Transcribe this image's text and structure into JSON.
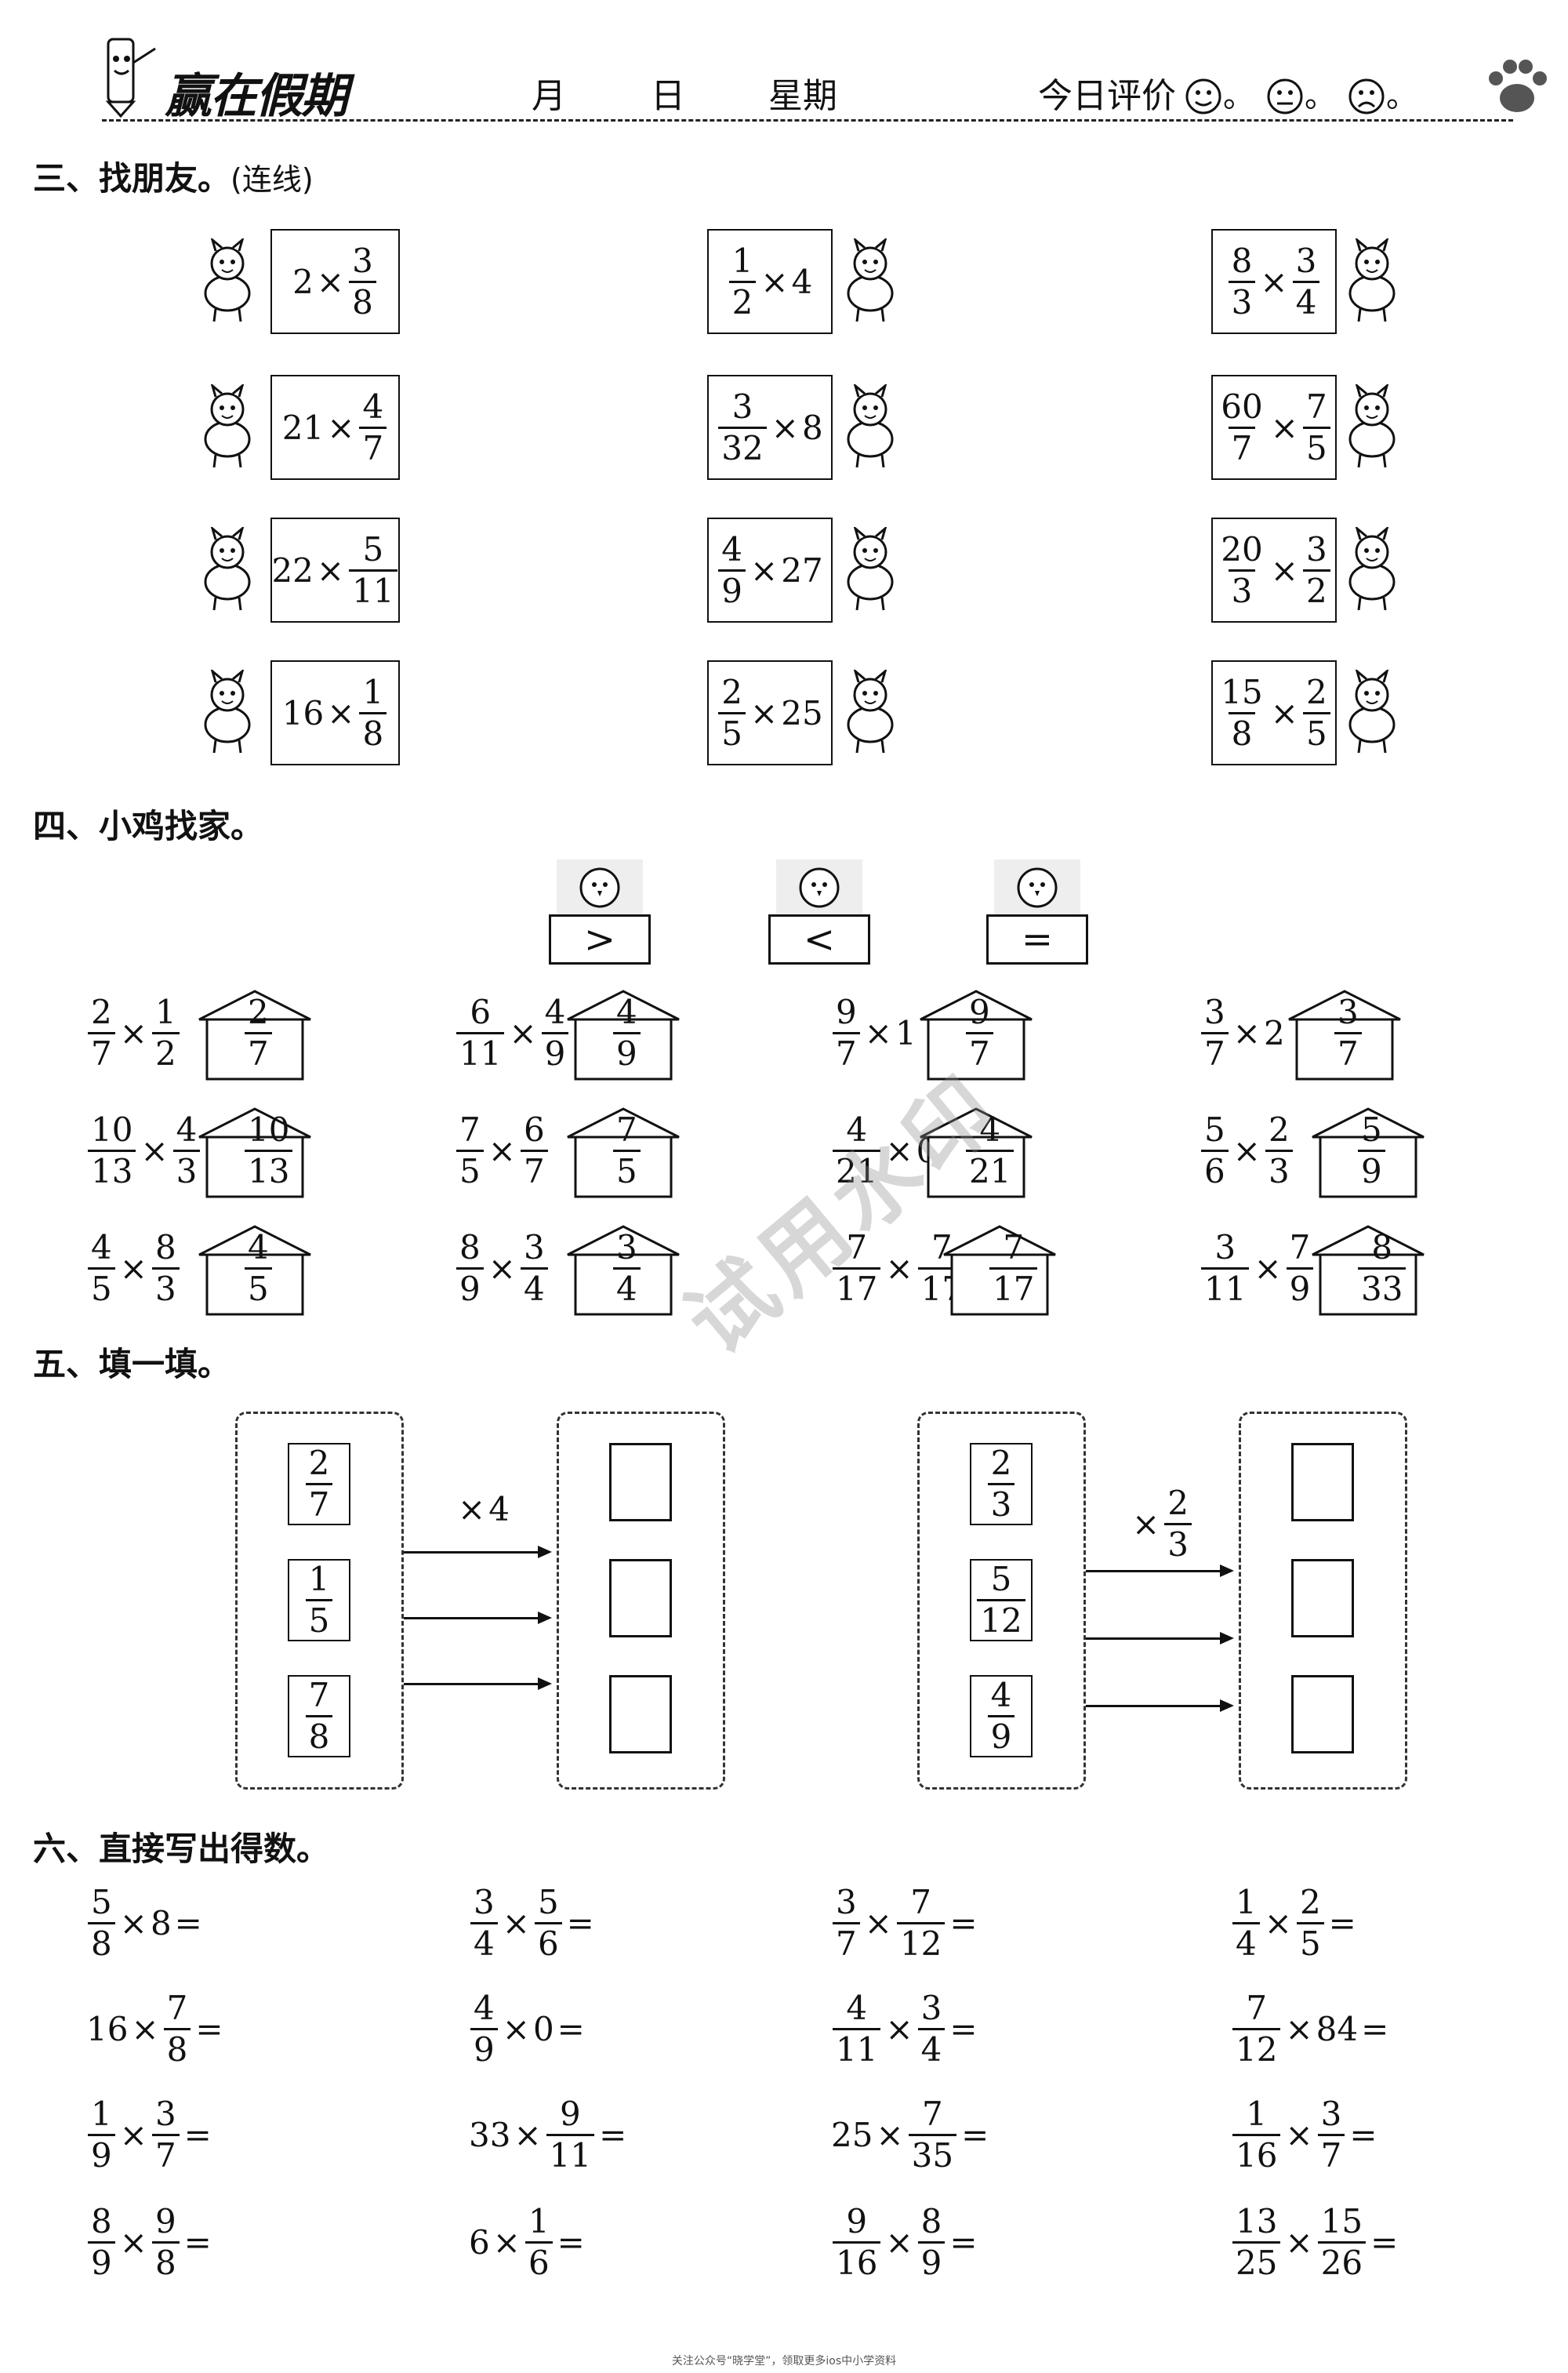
{
  "header": {
    "brand": "赢在假期",
    "month_label": "月",
    "day_label": "日",
    "weekday_label": "星期",
    "rating_label": "今日评价",
    "rating_faces": [
      "smile-icon",
      "neutral-icon",
      "sad-icon"
    ],
    "rating_dot": "。"
  },
  "section3": {
    "title": "三、找朋友。",
    "subtitle": "(连线)",
    "columns": [
      [
        {
          "animal": "horse-icon",
          "parts": [
            {
              "t": "2"
            },
            {
              "op": "×"
            },
            {
              "n": "3",
              "d": "8"
            }
          ]
        },
        {
          "animal": "deer-icon",
          "parts": [
            {
              "t": "21"
            },
            {
              "op": "×"
            },
            {
              "n": "4",
              "d": "7"
            }
          ]
        },
        {
          "animal": "cat-icon",
          "parts": [
            {
              "t": "22"
            },
            {
              "op": "×"
            },
            {
              "n": "5",
              "d": "11"
            }
          ]
        },
        {
          "animal": "elephant-icon",
          "parts": [
            {
              "t": "16"
            },
            {
              "op": "×"
            },
            {
              "n": "1",
              "d": "8"
            }
          ]
        }
      ],
      [
        {
          "animal": "mouse-icon",
          "parts": [
            {
              "n": "1",
              "d": "2"
            },
            {
              "op": "×"
            },
            {
              "t": "4"
            }
          ]
        },
        {
          "animal": "fox-icon",
          "parts": [
            {
              "n": "3",
              "d": "32"
            },
            {
              "op": "×"
            },
            {
              "t": "8"
            }
          ]
        },
        {
          "animal": "frog-icon",
          "parts": [
            {
              "n": "4",
              "d": "9"
            },
            {
              "op": "×"
            },
            {
              "t": "27"
            }
          ]
        },
        {
          "animal": "squirrel-icon",
          "parts": [
            {
              "n": "2",
              "d": "5"
            },
            {
              "op": "×"
            },
            {
              "t": "25"
            }
          ]
        }
      ],
      [
        {
          "animal": "pony-icon",
          "parts": [
            {
              "n": "8",
              "d": "3"
            },
            {
              "op": "×"
            },
            {
              "n": "3",
              "d": "4"
            }
          ]
        },
        {
          "animal": "monkey-icon",
          "parts": [
            {
              "n": "60",
              "d": "7"
            },
            {
              "op": "×"
            },
            {
              "n": "7",
              "d": "5"
            }
          ]
        },
        {
          "animal": "puppy-icon",
          "parts": [
            {
              "n": "20",
              "d": "3"
            },
            {
              "op": "×"
            },
            {
              "n": "3",
              "d": "2"
            }
          ]
        },
        {
          "animal": "dog-icon",
          "parts": [
            {
              "n": "15",
              "d": "8"
            },
            {
              "op": "×"
            },
            {
              "n": "2",
              "d": "5"
            }
          ]
        }
      ]
    ]
  },
  "section4": {
    "title": "四、小鸡找家。",
    "chicks": [
      ">",
      "<",
      "="
    ],
    "rows": [
      [
        {
          "left": [
            {
              "n": "2",
              "d": "7"
            },
            {
              "op": "×"
            },
            {
              "n": "1",
              "d": "2"
            }
          ],
          "right": {
            "n": "2",
            "d": "7"
          }
        },
        {
          "left": [
            {
              "n": "6",
              "d": "11"
            },
            {
              "op": "×"
            },
            {
              "n": "4",
              "d": "9"
            }
          ],
          "right": {
            "n": "4",
            "d": "9"
          }
        },
        {
          "left": [
            {
              "n": "9",
              "d": "7"
            },
            {
              "op": "×"
            },
            {
              "t": "1"
            }
          ],
          "right": {
            "n": "9",
            "d": "7"
          }
        },
        {
          "left": [
            {
              "n": "3",
              "d": "7"
            },
            {
              "op": "×"
            },
            {
              "t": "2"
            }
          ],
          "right": {
            "n": "3",
            "d": "7"
          }
        }
      ],
      [
        {
          "left": [
            {
              "n": "10",
              "d": "13"
            },
            {
              "op": "×"
            },
            {
              "n": "4",
              "d": "3"
            }
          ],
          "right": {
            "n": "10",
            "d": "13"
          }
        },
        {
          "left": [
            {
              "n": "7",
              "d": "5"
            },
            {
              "op": "×"
            },
            {
              "n": "6",
              "d": "7"
            }
          ],
          "right": {
            "n": "7",
            "d": "5"
          }
        },
        {
          "left": [
            {
              "n": "4",
              "d": "21"
            },
            {
              "op": "×"
            },
            {
              "t": "0"
            }
          ],
          "right": {
            "n": "4",
            "d": "21"
          }
        },
        {
          "left": [
            {
              "n": "5",
              "d": "6"
            },
            {
              "op": "×"
            },
            {
              "n": "2",
              "d": "3"
            }
          ],
          "right": {
            "n": "5",
            "d": "9"
          }
        }
      ],
      [
        {
          "left": [
            {
              "n": "4",
              "d": "5"
            },
            {
              "op": "×"
            },
            {
              "n": "8",
              "d": "3"
            }
          ],
          "right": {
            "n": "4",
            "d": "5"
          }
        },
        {
          "left": [
            {
              "n": "8",
              "d": "9"
            },
            {
              "op": "×"
            },
            {
              "n": "3",
              "d": "4"
            }
          ],
          "right": {
            "n": "3",
            "d": "4"
          }
        },
        {
          "left": [
            {
              "n": "7",
              "d": "17"
            },
            {
              "op": "×"
            },
            {
              "n": "7",
              "d": "17"
            }
          ],
          "right": {
            "n": "7",
            "d": "17"
          }
        },
        {
          "left": [
            {
              "n": "3",
              "d": "11"
            },
            {
              "op": "×"
            },
            {
              "n": "7",
              "d": "9"
            }
          ],
          "right": {
            "n": "8",
            "d": "33"
          }
        }
      ]
    ]
  },
  "section5": {
    "title": "五、填一填。",
    "groups": [
      {
        "op_prefix": "×",
        "op_value": {
          "t": "4"
        },
        "inputs": [
          {
            "n": "2",
            "d": "7"
          },
          {
            "n": "1",
            "d": "5"
          },
          {
            "n": "7",
            "d": "8"
          }
        ]
      },
      {
        "op_prefix": "×",
        "op_value": {
          "n": "2",
          "d": "3"
        },
        "inputs": [
          {
            "n": "2",
            "d": "3"
          },
          {
            "n": "5",
            "d": "12"
          },
          {
            "n": "4",
            "d": "9"
          }
        ]
      }
    ]
  },
  "section6": {
    "title": "六、直接写出得数。",
    "rows": [
      [
        [
          {
            "n": "5",
            "d": "8"
          },
          {
            "op": "×"
          },
          {
            "t": "8"
          },
          {
            "op": "="
          }
        ],
        [
          {
            "n": "3",
            "d": "4"
          },
          {
            "op": "×"
          },
          {
            "n": "5",
            "d": "6"
          },
          {
            "op": "="
          }
        ],
        [
          {
            "n": "3",
            "d": "7"
          },
          {
            "op": "×"
          },
          {
            "n": "7",
            "d": "12"
          },
          {
            "op": "="
          }
        ],
        [
          {
            "n": "1",
            "d": "4"
          },
          {
            "op": "×"
          },
          {
            "n": "2",
            "d": "5"
          },
          {
            "op": "="
          }
        ]
      ],
      [
        [
          {
            "t": "16"
          },
          {
            "op": "×"
          },
          {
            "n": "7",
            "d": "8"
          },
          {
            "op": "="
          }
        ],
        [
          {
            "n": "4",
            "d": "9"
          },
          {
            "op": "×"
          },
          {
            "t": "0"
          },
          {
            "op": "="
          }
        ],
        [
          {
            "n": "4",
            "d": "11"
          },
          {
            "op": "×"
          },
          {
            "n": "3",
            "d": "4"
          },
          {
            "op": "="
          }
        ],
        [
          {
            "n": "7",
            "d": "12"
          },
          {
            "op": "×"
          },
          {
            "t": "84"
          },
          {
            "op": "="
          }
        ]
      ],
      [
        [
          {
            "n": "1",
            "d": "9"
          },
          {
            "op": "×"
          },
          {
            "n": "3",
            "d": "7"
          },
          {
            "op": "="
          }
        ],
        [
          {
            "t": "33"
          },
          {
            "op": "×"
          },
          {
            "n": "9",
            "d": "11"
          },
          {
            "op": "="
          }
        ],
        [
          {
            "t": "25"
          },
          {
            "op": "×"
          },
          {
            "n": "7",
            "d": "35"
          },
          {
            "op": "="
          }
        ],
        [
          {
            "n": "1",
            "d": "16"
          },
          {
            "op": "×"
          },
          {
            "n": "3",
            "d": "7"
          },
          {
            "op": "="
          }
        ]
      ],
      [
        [
          {
            "n": "8",
            "d": "9"
          },
          {
            "op": "×"
          },
          {
            "n": "9",
            "d": "8"
          },
          {
            "op": "="
          }
        ],
        [
          {
            "t": "6"
          },
          {
            "op": "×"
          },
          {
            "n": "1",
            "d": "6"
          },
          {
            "op": "="
          }
        ],
        [
          {
            "n": "9",
            "d": "16"
          },
          {
            "op": "×"
          },
          {
            "n": "8",
            "d": "9"
          },
          {
            "op": "="
          }
        ],
        [
          {
            "n": "13",
            "d": "25"
          },
          {
            "op": "×"
          },
          {
            "n": "15",
            "d": "26"
          },
          {
            "op": "="
          }
        ]
      ]
    ]
  },
  "watermark": "试用水印",
  "footer": "关注公众号“晓学堂”，领取更多ios中小学资料"
}
